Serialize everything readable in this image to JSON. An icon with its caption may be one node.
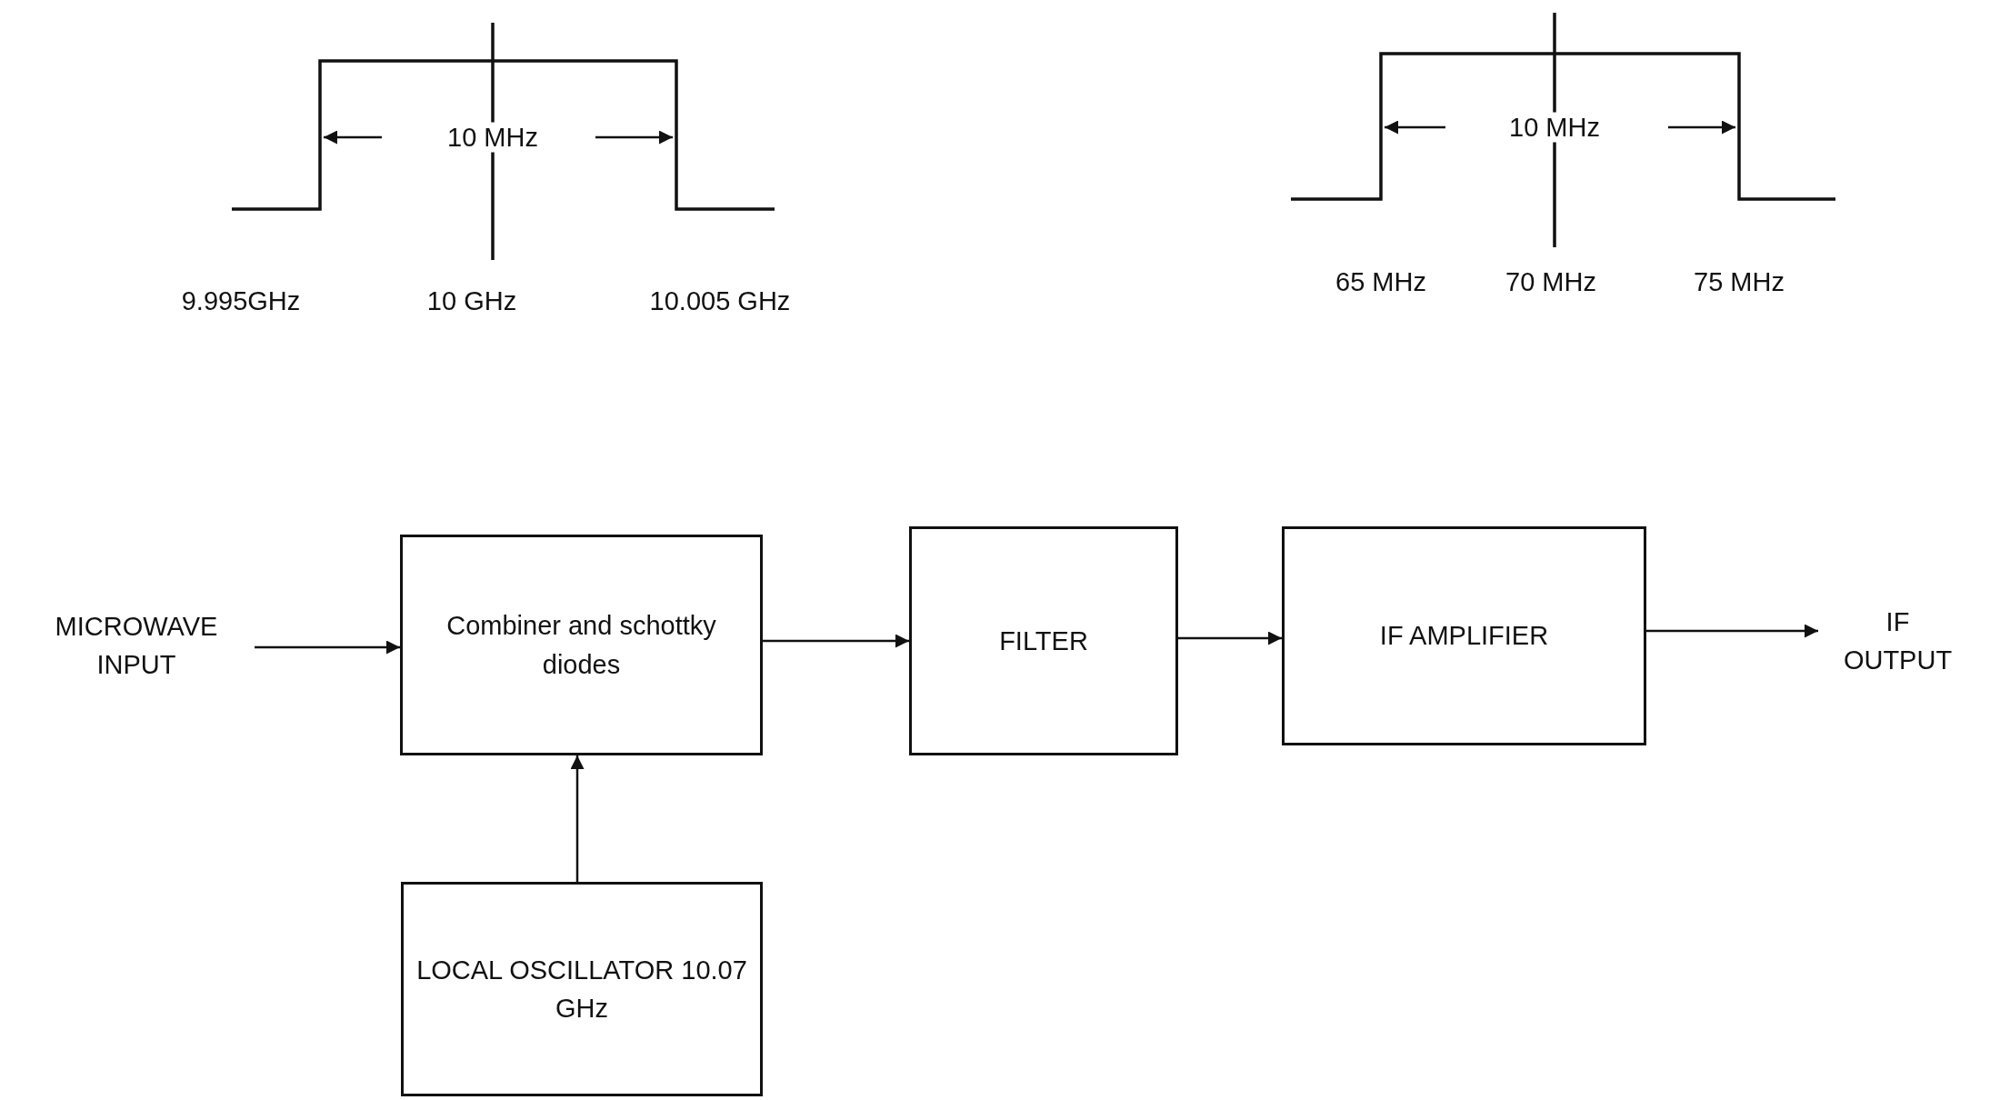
{
  "diagram": {
    "nodes": [
      {
        "text": [
          "MICROWAVE INPUT"
        ]
      },
      {
        "text": [
          "Combiner and schottky diodes"
        ]
      },
      {
        "text": [
          "FILTER"
        ]
      },
      {
        "text": [
          "IF AMPLIFIER"
        ]
      },
      {
        "text": [
          "IF OUTPUT"
        ]
      },
      {
        "text": [
          "LOCAL OSCILLATOR 10.07 GHz"
        ]
      }
    ],
    "edges": [
      {
        "from": 0,
        "to": 1,
        "arrow": "to"
      },
      {
        "from": 1,
        "to": 2,
        "arrow": "to"
      },
      {
        "from": 2,
        "to": 3,
        "arrow": "to"
      },
      {
        "from": 3,
        "to": 4,
        "arrow": "to"
      },
      {
        "from": 5,
        "to": 1,
        "arrow": "to"
      }
    ],
    "labels": [
      "10 MHz",
      "9.995GHz",
      "10 GHz",
      "10.005 GHz",
      "10 MHz",
      "65 MHz",
      "70 MHz",
      "75 MHz"
    ]
  }
}
